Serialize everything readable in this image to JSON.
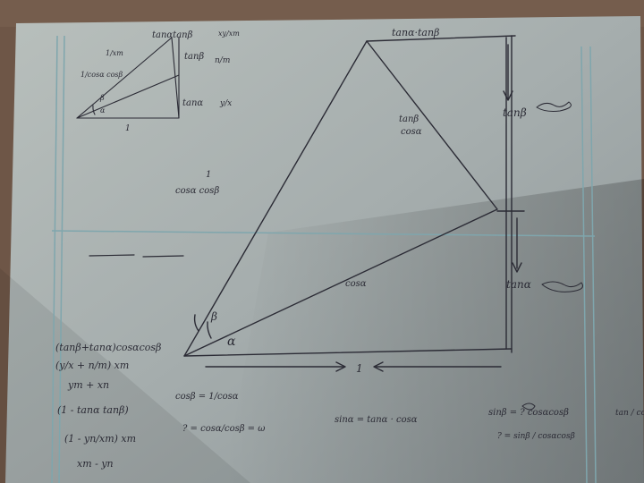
{
  "notes": {
    "top_tan_sum_label": "tanα·tanβ",
    "corner_tan_sum": "tanαtanβ",
    "corner_frac_xy": "xy/xm",
    "corner_tan_beta": "tanβ",
    "corner_frac_n": "n/m",
    "corner_tan_alpha": "tanα",
    "corner_frac_y": "y/x",
    "corner_one_xm": "1/xm",
    "corner_one_cos": "1/cosα cosβ",
    "corner_one": "1",
    "corner_alpha": "α",
    "corner_beta": "β",
    "hyp_beta_num": "tanβ",
    "hyp_beta_den": "cosα",
    "center_frac_num": "1",
    "center_frac_den": "cosα cosβ",
    "right_tan_beta": "tanβ",
    "right_tan_alpha": "tanα",
    "hyp_alpha": "cosα",
    "angle_beta": "β",
    "angle_alpha": "α",
    "base_one": "1",
    "eq1": "(tanβ+tanα)cosαcosβ",
    "eq2": "(y/x + n/m) xm",
    "eq3": "ym + xn",
    "eq4": "(1 - tanα tanβ)",
    "eq5": "(1 - yn/xm) xm",
    "eq6": "xm - yn",
    "cos_eq": "cosβ = 1/cosα",
    "cos_eq2": "? = cosα/cosβ = ω",
    "sin_alpha_eq": "sinα = tanα · cosα",
    "sin_beta_eq": "sinβ = ? cosαcosβ",
    "sin_beta_eq2": "? = sinβ / cosαcosβ",
    "edge_fraction": "tan / cos"
  },
  "colors": {
    "paper": "#a9b2b1",
    "ink": "#2b2b35",
    "table": "#6b5446",
    "margin_line": "#7fa6ad"
  }
}
